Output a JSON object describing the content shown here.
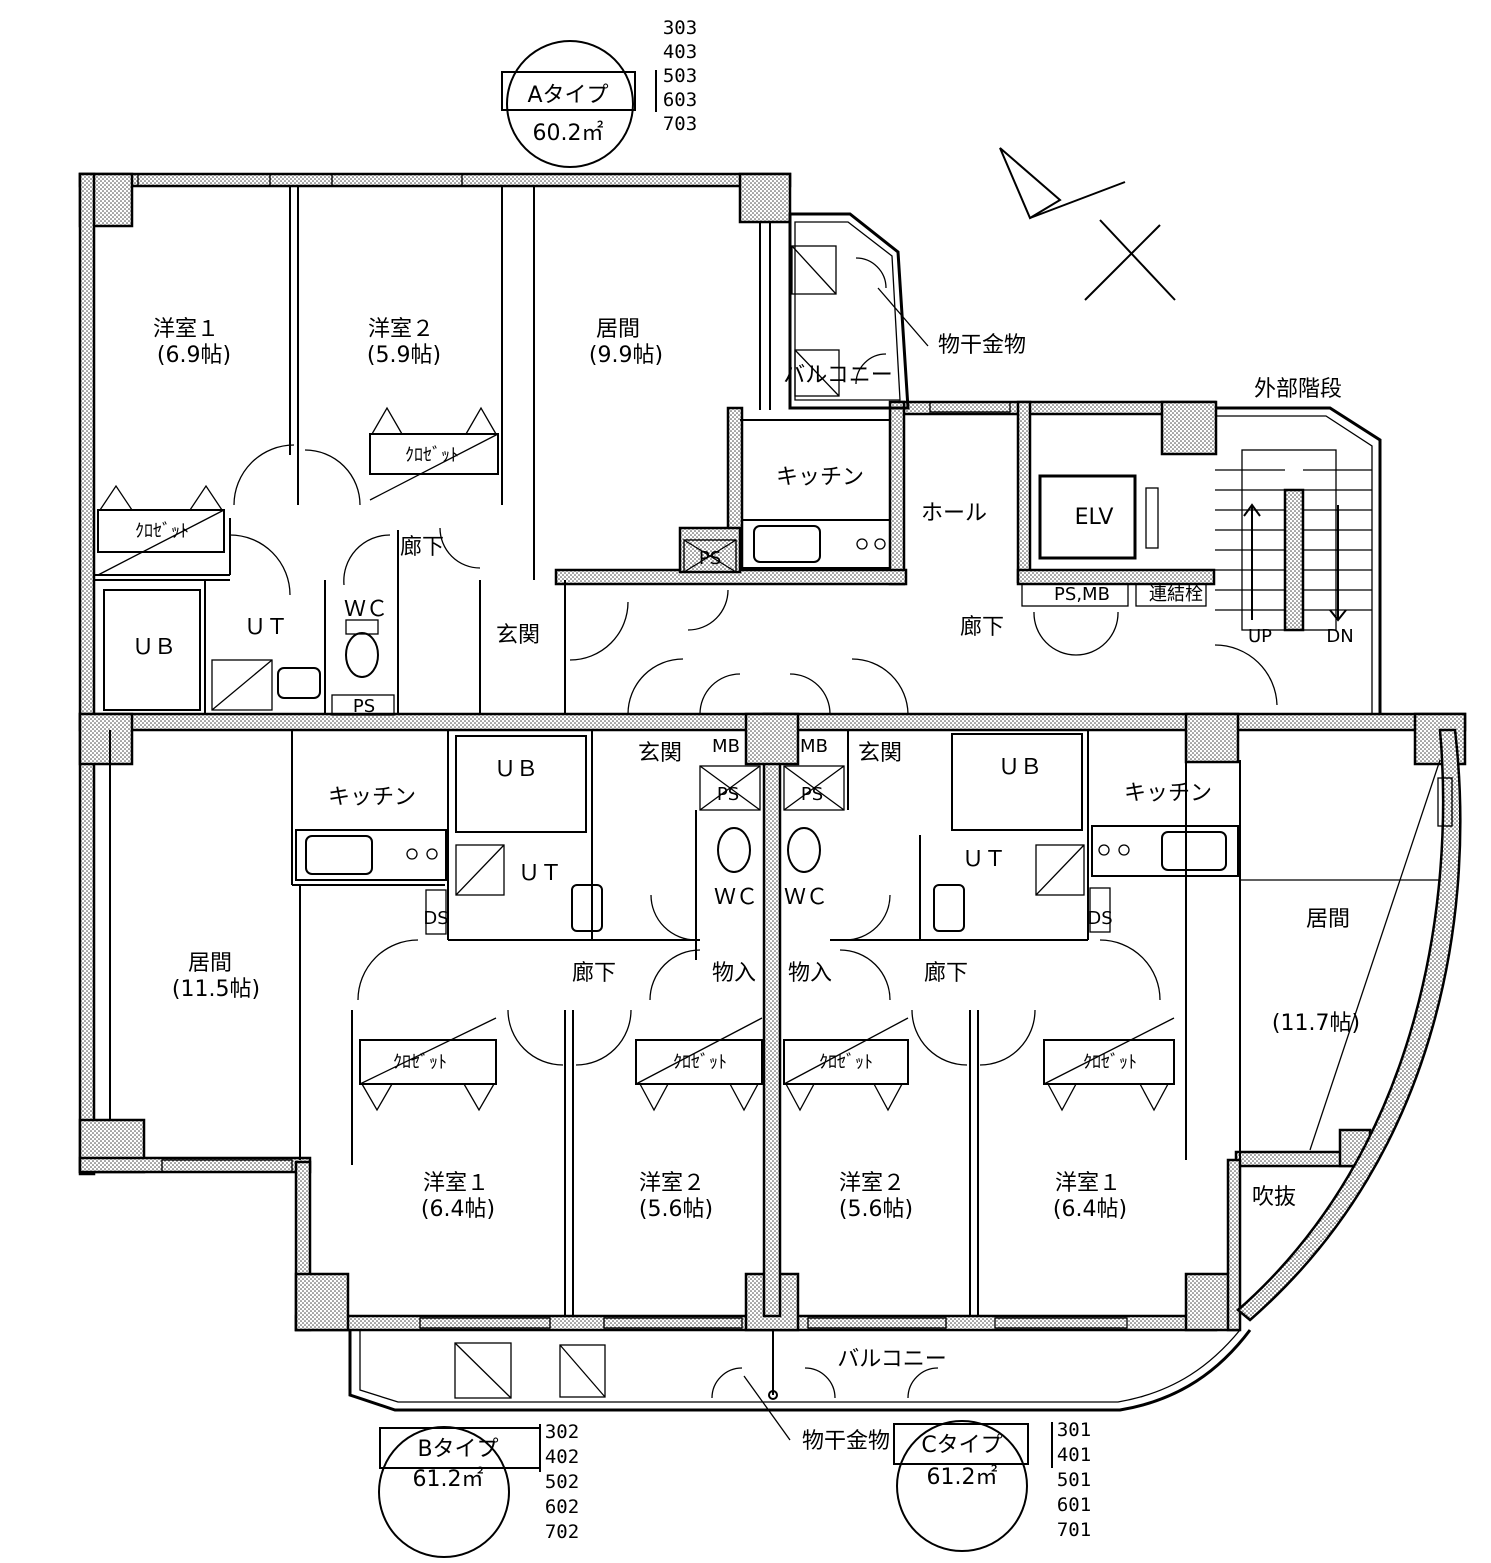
{
  "units": {
    "a": {
      "type": "Aタイプ",
      "area": "60.2㎡",
      "rooms": [
        "303",
        "403",
        "503",
        "603",
        "703"
      ]
    },
    "b": {
      "type": "Bタイプ",
      "area": "61.2㎡",
      "rooms": [
        "302",
        "402",
        "502",
        "602",
        "702"
      ]
    },
    "c": {
      "type": "Cタイプ",
      "area": "61.2㎡",
      "rooms": [
        "301",
        "401",
        "501",
        "601",
        "701"
      ]
    }
  },
  "labels": {
    "youshitsu1": "洋室１",
    "youshitsu2": "洋室２",
    "ima": "居間",
    "closet": "ｸﾛｾﾞｯﾄ",
    "kitchen": "キッチン",
    "hall": "ホール",
    "elv": "ELV",
    "rouka": "廊下",
    "genkan": "玄関",
    "ub": "ＵＢ",
    "ut": "ＵＴ",
    "wc": "ＷＣ",
    "ps": "PS",
    "ds": "DS",
    "mb": "MB",
    "ps_mb": "PS,MB",
    "renketsu": "連結栓",
    "balcony": "バルコニー",
    "monohoshi": "物干金物",
    "gaibu": "外部階段",
    "up": "UP",
    "dn": "DN",
    "fukinuke": "吹抜",
    "mono_ire": "物入"
  },
  "sizes": {
    "a_y1": "(6.9帖)",
    "a_y2": "(5.9帖)",
    "a_ima": "(9.9帖)",
    "b_ima": "(11.5帖)",
    "b_y1": "(6.4帖)",
    "b_y2": "(5.6帖)",
    "c_y2": "(5.6帖)",
    "c_y1": "(6.4帖)",
    "c_ima": "(11.7帖)"
  }
}
